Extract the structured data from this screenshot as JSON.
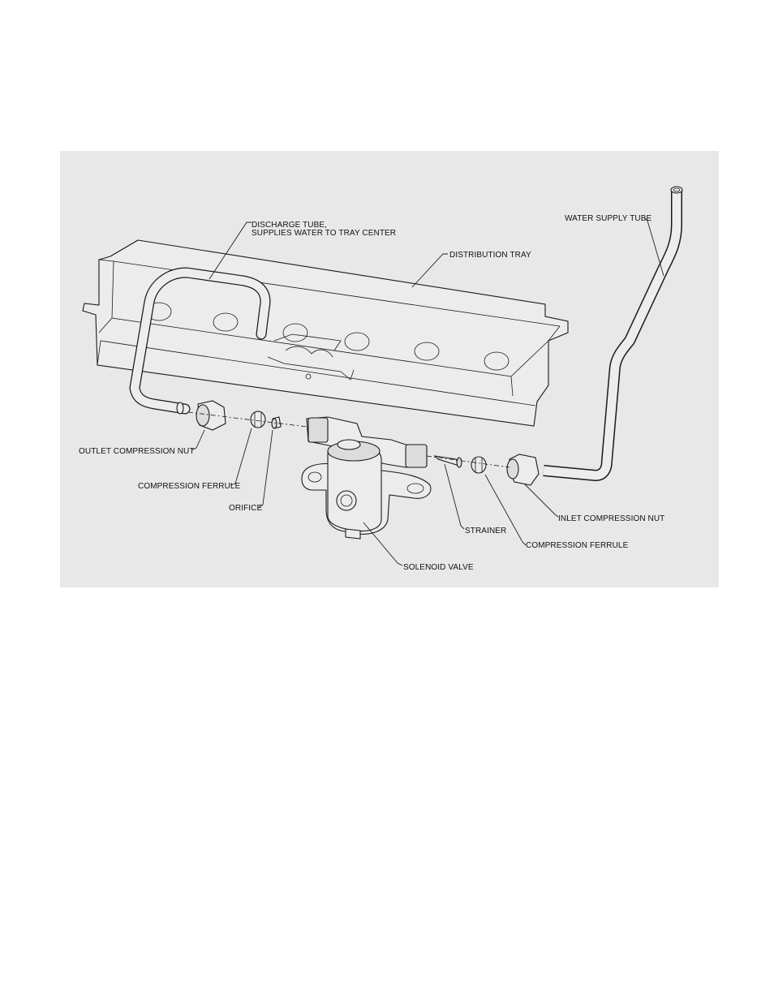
{
  "labels": {
    "discharge_tube_line1": "DISCHARGE TUBE,",
    "discharge_tube_line2": "SUPPLIES WATER TO TRAY CENTER",
    "distribution_tray": "DISTRIBUTION TRAY",
    "water_supply_tube": "WATER SUPPLY TUBE",
    "outlet_compression_nut": "OUTLET COMPRESSION NUT",
    "compression_ferrule_left": "COMPRESSION FERRULE",
    "orifice": "ORIFICE",
    "strainer": "STRAINER",
    "compression_ferrule_right": "COMPRESSION FERRULE",
    "inlet_compression_nut": "INLET COMPRESSION NUT",
    "solenoid_valve": "SOLENOID VALVE"
  }
}
